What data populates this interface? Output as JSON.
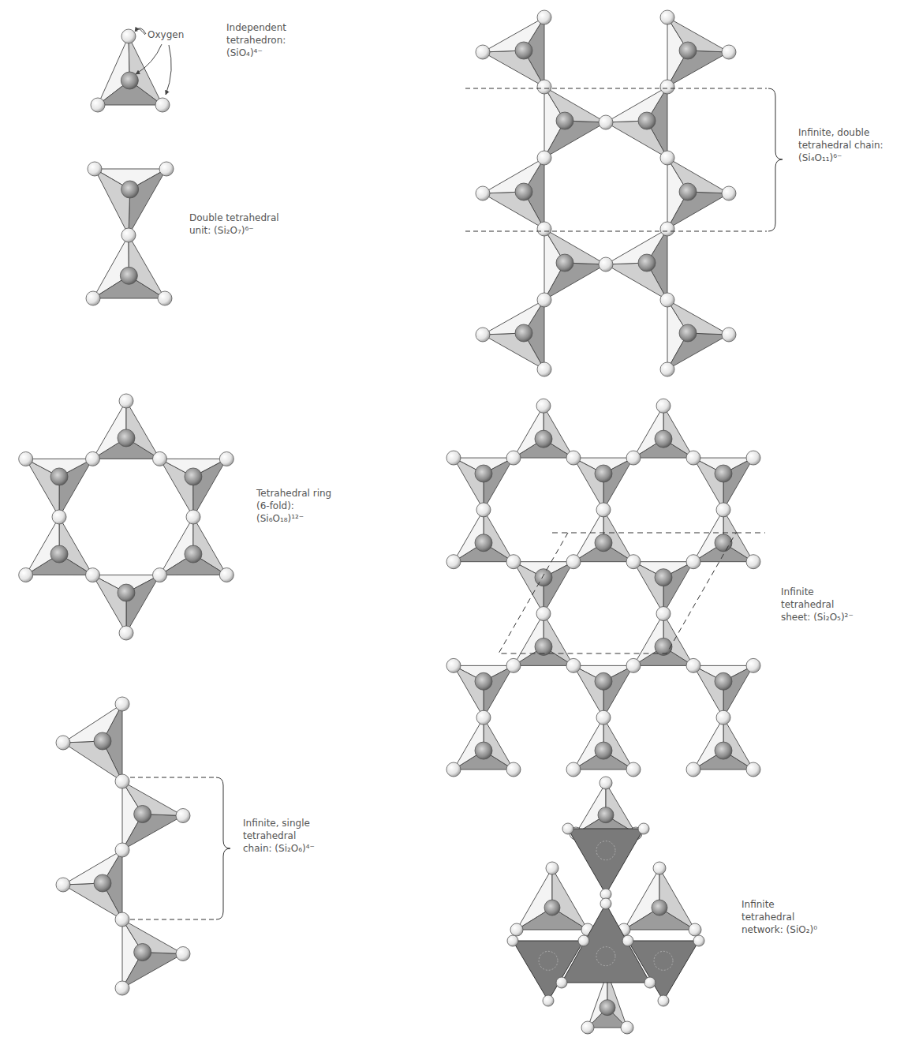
{
  "diagram": {
    "labels": [
      "Oxygen",
      "Independent tetrahedron: (SiO₄)⁴⁻",
      "Double tetrahedral unit: (Si₂O₇)⁶⁻",
      "Tetrahedral ring (6-fold): (Si₆O₁₈)¹²⁻",
      "Infinite, single tetrahedral chain: (Si₂O₆)⁴⁻",
      "Infinite, double tetrahedral chain: (Si₄O₁₁)⁶⁻",
      "Infinite tetrahedral sheet: (Si₂O₅)²⁻",
      "Infinite tetrahedral network: (SiO₂)⁰"
    ]
  }
}
